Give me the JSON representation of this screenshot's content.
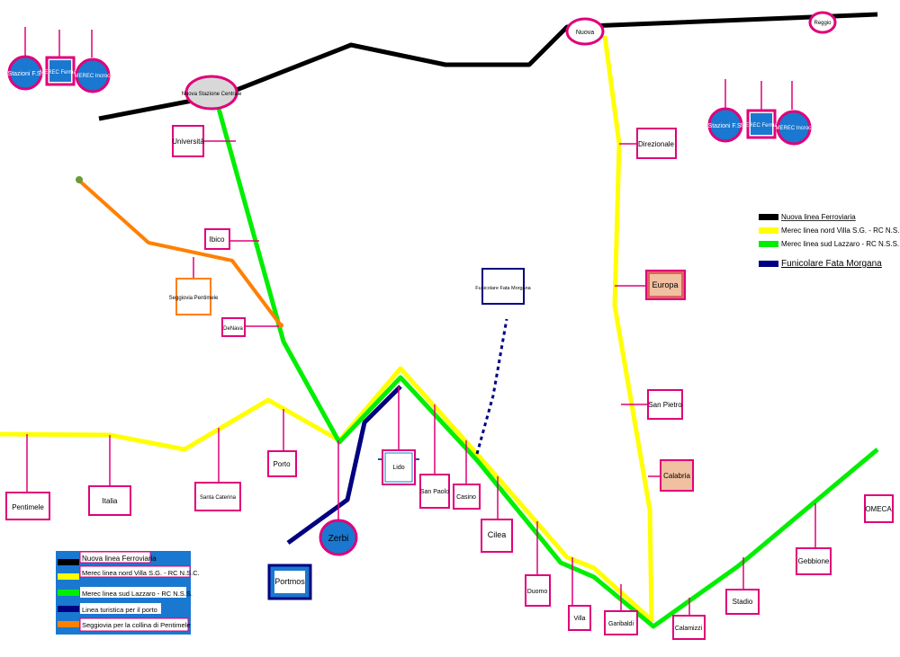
{
  "colors": {
    "ferroviaria": "#000000",
    "nord": "#ffff00",
    "sud": "#00ee00",
    "funicolare": "#000080",
    "seggiovia": "#ff8000",
    "connector": "#e0007a",
    "box_border": "#e0007a",
    "box_fill": "#ffffff",
    "blue_fill": "#1a78d0"
  },
  "stations": {
    "nuova_centrale": "Nuova Stazione Centrale",
    "nuova_top": "Nuova",
    "reggio": "Reggio",
    "universita": "Università",
    "ibico": "Ibico",
    "seggiovia": "Seggiovia Pentimele",
    "denava": "DeNava",
    "funicolare": "Funicolare Fata Morgana",
    "direzionale": "Direzionale",
    "europa": "Europa",
    "san_pietro": "San Pietro",
    "calabria": "Calabria",
    "pentimele": "Pentimele",
    "italia": "Italia",
    "santa_caterina": "Santa Caterina",
    "porto": "Porto",
    "lido": "Lido",
    "san_paolo": "San Paolo",
    "casino": "Casino",
    "cilea": "Cilea",
    "duomo": "Duomo",
    "villa": "Villa",
    "garibaldi": "Garibaldi",
    "calamizzi": "Calamizzi",
    "stadio": "Stadio",
    "gebbione": "Gebbione",
    "omeca": "OMECA",
    "zerbi": "Zerbi",
    "portmos": "Portmos"
  },
  "key_left": {
    "stazioni": "Stazioni F.S.",
    "merec_fermate": "MEREC Fermate",
    "merec_incroci": "MEREC Incroci"
  },
  "key_right": {
    "stazioni": "Stazioni F.S.",
    "merec_fermate": "MEREC Fermate",
    "merec_incroci": "MEREC Incroci"
  },
  "legend_right": [
    {
      "label": "Nuova linea Ferroviaria",
      "color": "#000000"
    },
    {
      "label": "Merec linea nord Villa S.G. - RC N.S.C.",
      "color": "#ffff00"
    },
    {
      "label": "Merec linea sud Lazzaro - RC N.S.S.",
      "color": "#00ee00"
    },
    {
      "label": "Funicolare Fata Morgana",
      "color": "#000080"
    }
  ],
  "legend_bottom": [
    {
      "label": "Nuova linea Ferroviaria",
      "color": "#000000"
    },
    {
      "label": "Merec linea nord Villa S.G. - RC N.S.C.",
      "color": "#ffff00"
    },
    {
      "label": "Merec linea sud Lazzaro - RC N.S.S.",
      "color": "#00ee00"
    },
    {
      "label": "Linea turistica per il porto",
      "color": "#000080"
    },
    {
      "label": "Seggiovia per la collina di Pentimele",
      "color": "#ff8000"
    }
  ]
}
